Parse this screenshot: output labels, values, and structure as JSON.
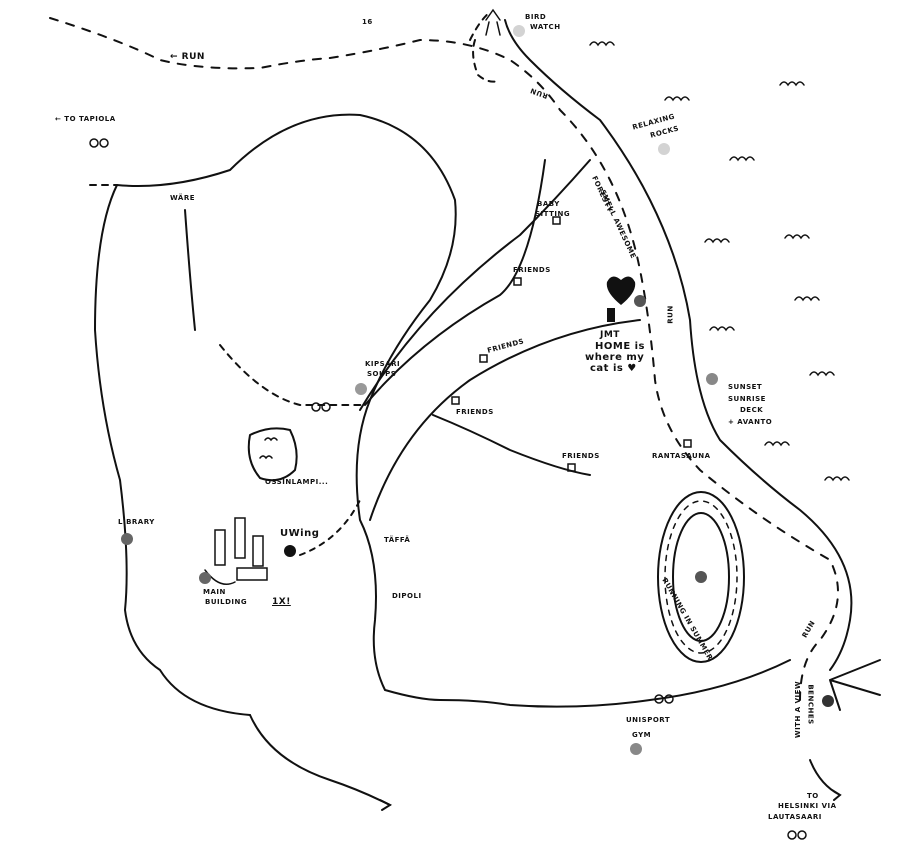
{
  "map": {
    "title": "Hand-drawn campus map",
    "colors": {
      "ink": "#111111",
      "dot_dark": "#111111",
      "dot_mid": "#6b6b6b",
      "dot_gray": "#9a9a9a",
      "dot_light": "#cccccc"
    },
    "labels": {
      "top_number": "16",
      "run_top": "← RUN",
      "to_tapiola": "← TO TAPIOLA",
      "wäre": "WÄRE",
      "bird_watch_1": "BIRD",
      "bird_watch_2": "WATCH",
      "run_coast": "RUN",
      "relaxing_rocks_1": "RELAXING",
      "relaxing_rocks_2": "ROCKS",
      "foresty_1": "FORESTY",
      "foresty_2": "SMELL AWESOME",
      "baby_sitting_1": "BABY",
      "baby_sitting_2": "SITTING",
      "friends_1": "FRIENDS",
      "friends_2": "FRIENDS",
      "friends_3": "FRIENDS",
      "friends_4": "FRIENDS",
      "home_1": "JMT",
      "home_2": "HOME is",
      "home_3": "where my",
      "home_4": "cat is ♥",
      "run_east": "RUN",
      "sunset_1": "SUNSET",
      "sunset_2": "SUNRISE",
      "sunset_3": "DECK",
      "sunset_4": "+ AVANTO",
      "rantasauna": "RANTASAUNA",
      "kipsari_1": "KIPSARI",
      "kipsari_2": "SOUPS",
      "ossinlampi": "OSSINLAMPI...",
      "library": "LIBRARY",
      "uwing": "UWing",
      "main_building_1": "MAIN",
      "main_building_2": "BUILDING",
      "one_x": "1x!",
      "taffa": "TÄFFÄ",
      "dipoli": "DIPOLI",
      "running_in_summer": "RUNNING IN SUMMER",
      "run_south": "RUN",
      "benches": "BENCHES",
      "with_a_view": "WITH A VIEW",
      "unisport_1": "UNISPORT",
      "unisport_2": "GYM",
      "helsinki_1": "TO",
      "helsinki_2": "HELSINKI VIA",
      "helsinki_3": "LAUTASAARI"
    }
  }
}
